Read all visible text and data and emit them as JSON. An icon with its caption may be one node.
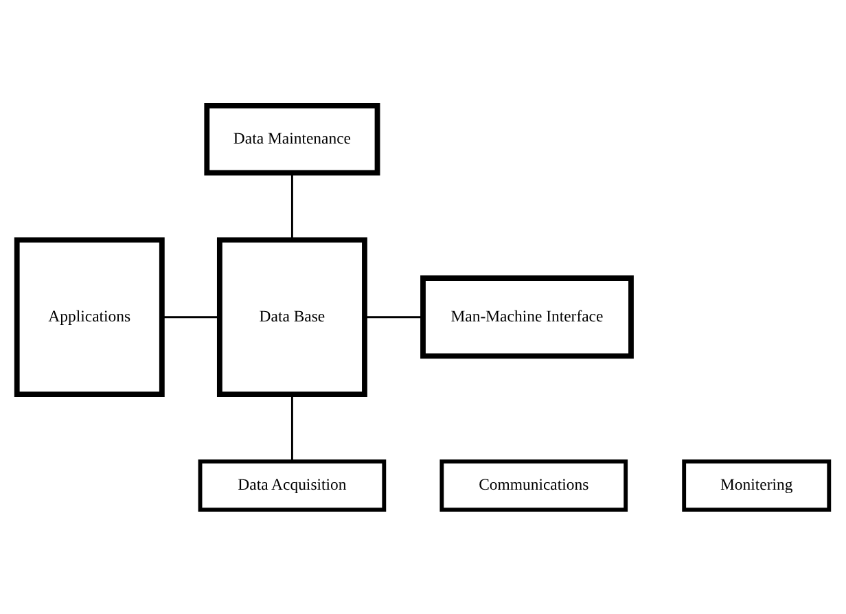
{
  "diagram": {
    "nodes": [
      {
        "text": [
          "Data Maintenance"
        ]
      },
      {
        "text": [
          "Applications"
        ]
      },
      {
        "text": [
          "Data Base"
        ]
      },
      {
        "text": [
          "Man-Machine Interface"
        ]
      },
      {
        "text": [
          "Communications"
        ]
      },
      {
        "text": [
          "Data Acquisition"
        ]
      },
      {
        "text": [
          "Monitering"
        ]
      }
    ],
    "edges": [
      {
        "from": 0,
        "to": 2,
        "arrow": "none"
      },
      {
        "from": 1,
        "to": 2,
        "arrow": "none"
      },
      {
        "from": 2,
        "to": 3,
        "arrow": "none"
      },
      {
        "from": 2,
        "to": 5,
        "arrow": "none"
      }
    ]
  }
}
